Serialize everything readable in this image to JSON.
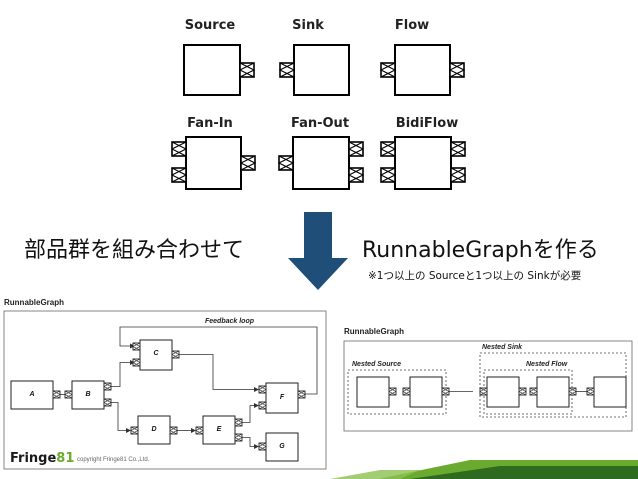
{
  "shapes": [
    {
      "label": "Source"
    },
    {
      "label": "Sink"
    },
    {
      "label": "Flow"
    },
    {
      "label": "Fan-In"
    },
    {
      "label": "Fan-Out"
    },
    {
      "label": "BidiFlow"
    }
  ],
  "left_caption": "部品群を組み合わせて",
  "right_caption": "RunnableGraphを作る",
  "note": "※1つ以上の Sourceと1つ以上の Sinkが必要",
  "left_panel": {
    "title": "RunnableGraph",
    "feedback_label": "Feedback loop",
    "nodes": [
      "A",
      "B",
      "C",
      "D",
      "E",
      "F",
      "G"
    ]
  },
  "right_panel": {
    "title": "RunnableGraph",
    "nested_source": "Nested Source",
    "nested_sink": "Nested Sink",
    "nested_flow": "Nested Flow"
  },
  "footer": {
    "brand_text": "Fringe",
    "brand_number": "81",
    "copyright": "copyright Fringe81 Co.,Ltd."
  },
  "colors": {
    "arrow": "#1f4e79",
    "accent_green": "#6aaa2f",
    "dark_green": "#2e6b1f"
  }
}
